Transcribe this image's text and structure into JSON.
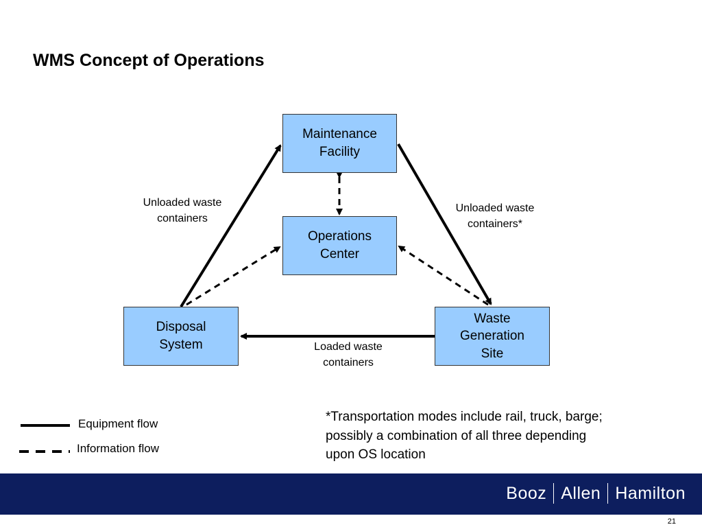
{
  "slide": {
    "title": "WMS Concept of Operations",
    "page_number": "21"
  },
  "nodes": {
    "maintenance": [
      "Maintenance",
      "Facility"
    ],
    "operations": [
      "Operations",
      "Center"
    ],
    "disposal": [
      "Disposal",
      "System"
    ],
    "waste_site": [
      "Waste",
      "Generation",
      "Site"
    ]
  },
  "edge_labels": {
    "left": [
      "Unloaded waste",
      "containers"
    ],
    "right": [
      "Unloaded waste",
      "containers*"
    ],
    "bottom": [
      "Loaded waste",
      "containers"
    ]
  },
  "legend": {
    "equipment": "Equipment flow",
    "information": "Information flow"
  },
  "note": [
    "*Transportation modes include rail, truck, barge;",
    "possibly a combination of all three depending",
    "upon OS location"
  ],
  "brand": {
    "name1": "Booz",
    "name2": "Allen",
    "name3": "Hamilton",
    "bar_color": "#0d1e5e"
  },
  "colors": {
    "box_fill": "#99ccff"
  }
}
